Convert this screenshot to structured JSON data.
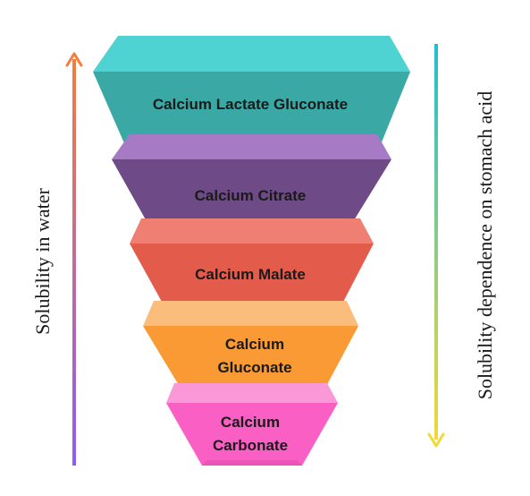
{
  "levels": [
    {
      "name": "Calcium Lactate Gluconate",
      "front": "#3aa8a4",
      "back": "#4fd2d2",
      "shade": "#2f9391"
    },
    {
      "name": "Calcium Citrate",
      "front": "#6e4a86",
      "back": "#a67ac4",
      "shade": "#5f3f74"
    },
    {
      "name": "Calcium Malate",
      "front": "#e35b4b",
      "back": "#f07f73",
      "shade": "#c94a3c"
    },
    {
      "name": "Calcium Gluconate",
      "front": "#fa9a34",
      "back": "#fbbd7c",
      "shade": "#e8872a"
    },
    {
      "name": "Calcium Carbonate",
      "front": "#fa5fc4",
      "back": "#fb99d8",
      "shade": "#e34fb1"
    }
  ],
  "left_axis": {
    "label": "Solubility in water",
    "color_top": "#f47c3c",
    "color_bottom": "#8e5cf2"
  },
  "right_axis": {
    "label": "Solubility dependence on stomach acid",
    "color_top": "#1fbfd0",
    "color_bottom": "#f1d83b"
  }
}
